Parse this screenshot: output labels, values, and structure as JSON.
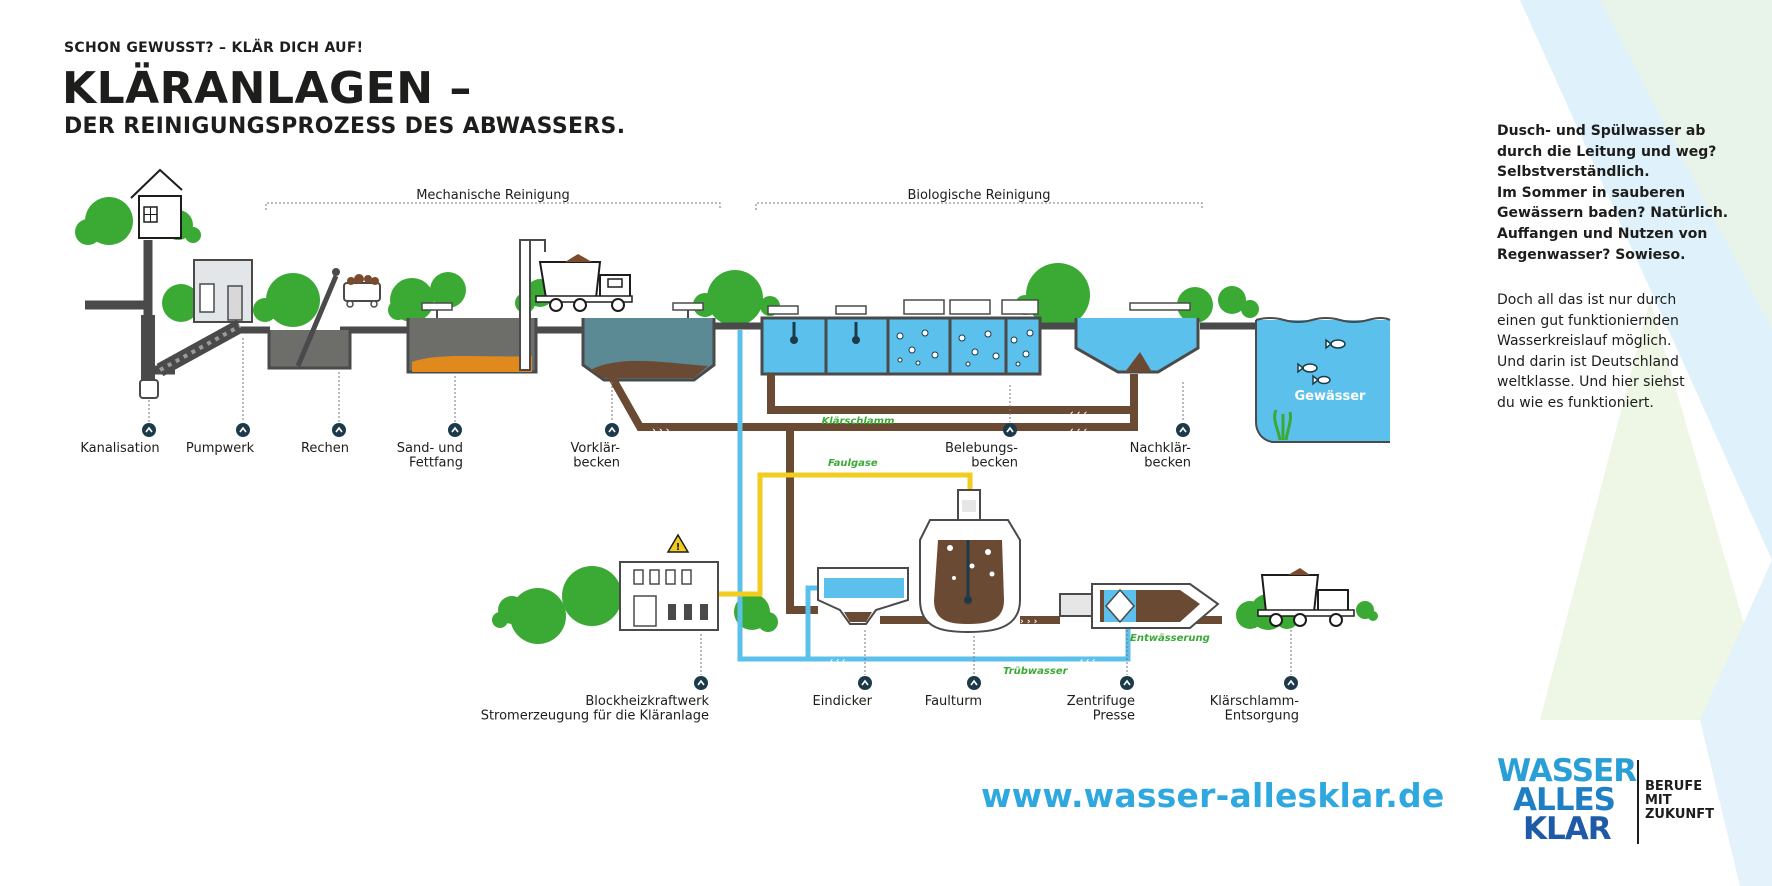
{
  "header": {
    "kicker": "SCHON GEWUSST? – KLÄR DICH AUF!",
    "title": "KLÄRANLAGEN –",
    "subtitle": "DER REINIGUNGSPROZESS DES ABWASSERS."
  },
  "diagram": {
    "sections": [
      {
        "label": "Mechanische Reinigung"
      },
      {
        "label": "Biologische Reinigung"
      }
    ],
    "stations_top": [
      {
        "label": [
          "Kanalisation"
        ]
      },
      {
        "label": [
          "Pumpwerk"
        ]
      },
      {
        "label": [
          "Rechen"
        ]
      },
      {
        "label": [
          "Sand- und",
          "Fettfang"
        ]
      },
      {
        "label": [
          "Vorklär-",
          "becken"
        ]
      },
      {
        "label": [
          "Belebungs-",
          "becken"
        ]
      },
      {
        "label": [
          "Nachklär-",
          "becken"
        ]
      }
    ],
    "stations_bottom": [
      {
        "label": [
          "Blockheizkraftwerk",
          "Stromerzeugung für die Kläranlage"
        ]
      },
      {
        "label": [
          "Eindicker"
        ]
      },
      {
        "label": [
          "Faulturm"
        ]
      },
      {
        "label": [
          "Zentrifuge",
          "Presse"
        ]
      },
      {
        "label": [
          "Klärschlamm-",
          "Entsorgung"
        ]
      }
    ],
    "flow_labels": {
      "sludge": "Klärschlamm",
      "gas": "Faulgase",
      "turbid": "Trübwasser",
      "dewatering": "Entwässerung",
      "water_body": "Gewässer"
    },
    "colors": {
      "pipe": "#4a4a4a",
      "sludge": "#6b4a34",
      "water": "#5bc0eb",
      "gas": "#f2cc1f",
      "tree": "#3aaa35",
      "label_green": "#3aaa35",
      "marker": "#1d3a4a"
    },
    "icons": [
      "house-icon",
      "truck-icon",
      "fish-icon",
      "warning-icon",
      "up-arrow-marker-icon"
    ]
  },
  "side_panel": {
    "bold_lines": [
      "Dusch- und Spülwasser ab",
      "durch die Leitung und weg?",
      "Selbstverständlich.",
      "Im Sommer in sauberen",
      "Gewässern baden? Natürlich.",
      "Auffangen und Nutzen von",
      "Regenwasser? Sowieso."
    ],
    "normal_lines": [
      "Doch all das ist nur durch",
      "einen gut funktioniernden",
      "Wasserkreislauf möglich.",
      "Und darin ist Deutschland",
      "weltklasse. Und hier siehst",
      "du wie es funktioniert."
    ]
  },
  "footer": {
    "url": "www.wasser-allesklar.de",
    "logo": {
      "words": [
        "WASSER",
        "ALLES",
        "KLAR"
      ],
      "tagline": [
        "BERUFE",
        "MIT",
        "ZUKUNFT"
      ]
    }
  }
}
